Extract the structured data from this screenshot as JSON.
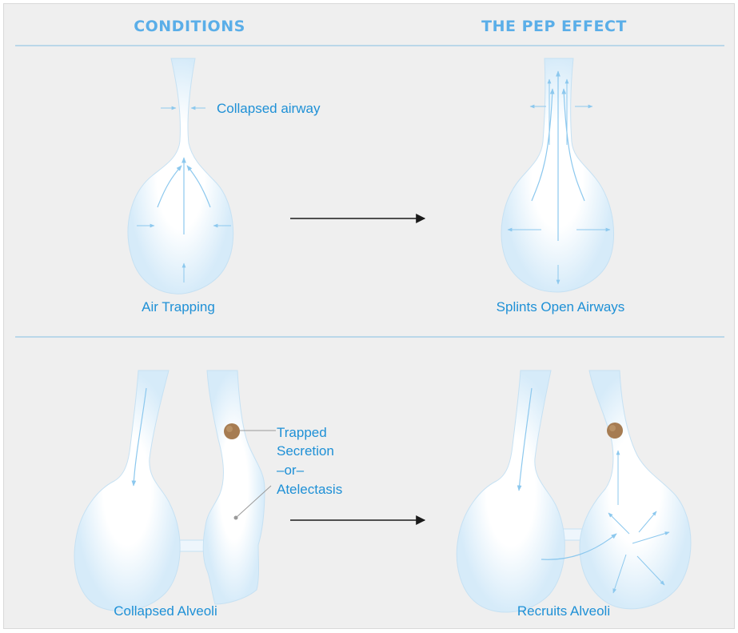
{
  "headers": {
    "left": "CONDITIONS",
    "right": "THE PEP EFFECT"
  },
  "labels": {
    "collapsed_airway": "Collapsed airway",
    "air_trapping": "Air Trapping",
    "splints_open": "Splints Open Airways",
    "trapped": "Trapped",
    "secretion": "Secretion",
    "or": "–or–",
    "atelectasis": "Atelectasis",
    "collapsed_alveoli": "Collapsed Alveoli",
    "recruits_alveoli": "Recruits Alveoli"
  },
  "colors": {
    "accent": "#1e90d6",
    "header": "#5aaee8",
    "divider": "#a9cfe7",
    "balloon": "#f8fcff",
    "balloon_edge": "#bfdcf0",
    "arrow": "#9fd0f0",
    "secretion": "#a67c52"
  }
}
